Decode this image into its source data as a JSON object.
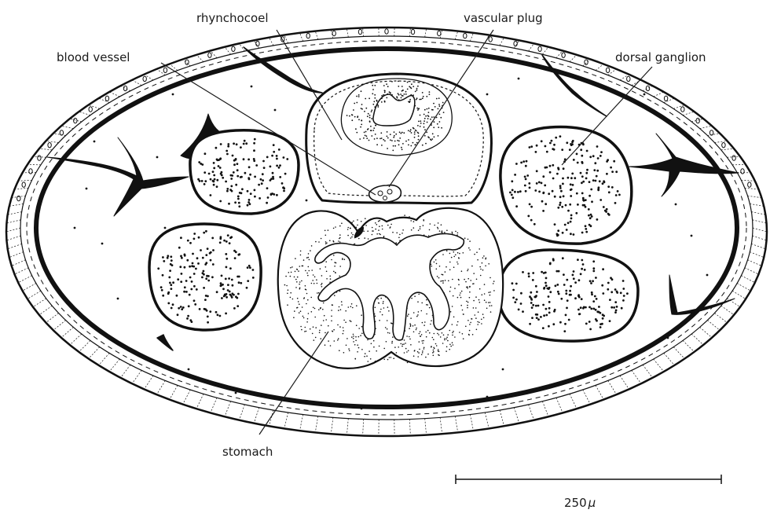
{
  "labels": {
    "rhynchocoel": "rhynchocoel",
    "vascular_plug": "vascular plug",
    "blood_vessel": "blood vessel",
    "dorsal_ganglion": "dorsal ganglion",
    "stomach": "stomach"
  },
  "scale_bar": {
    "label": "250",
    "unit": "μ"
  }
}
